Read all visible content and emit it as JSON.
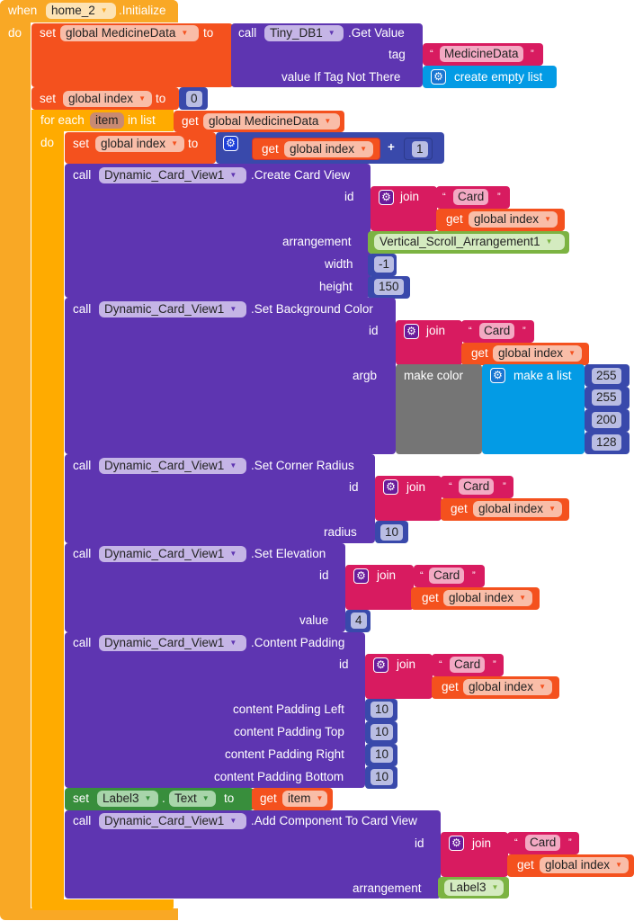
{
  "event": {
    "when": "when",
    "component": "home_2",
    "event_name": ".Initialize",
    "do": "do"
  },
  "set_medicine": {
    "set": "set",
    "var": "global MedicineData",
    "to": "to",
    "call": "call",
    "component": "Tiny_DB1",
    "method": ".Get Value",
    "tag_label": "tag",
    "tag_value": "MedicineData",
    "not_there_label": "value If Tag Not There",
    "not_there_value": "create empty list"
  },
  "set_index": {
    "set": "set",
    "var": "global index",
    "to": "to",
    "value": "0"
  },
  "for_each": {
    "for_each": "for each",
    "item": "item",
    "in_list": "in list",
    "get": "get",
    "list_var": "global MedicineData",
    "do": "do"
  },
  "increment": {
    "set": "set",
    "var": "global index",
    "to": "to",
    "get": "get",
    "get_var": "global index",
    "op": "+",
    "value": "1"
  },
  "create_card": {
    "call": "call",
    "component": "Dynamic_Card_View1",
    "method": ".Create Card View",
    "id_label": "id",
    "join": "join",
    "card_str": "Card",
    "get": "get",
    "get_var": "global index",
    "arrangement_label": "arrangement",
    "arrangement_value": "Vertical_Scroll_Arrangement1",
    "width_label": "width",
    "width_value": "-1",
    "height_label": "height",
    "height_value": "150"
  },
  "bg_color": {
    "call": "call",
    "component": "Dynamic_Card_View1",
    "method": ".Set Background Color",
    "id_label": "id",
    "join": "join",
    "card_str": "Card",
    "get": "get",
    "get_var": "global index",
    "argb_label": "argb",
    "make_color": "make color",
    "make_list": "make a list",
    "values": [
      "255",
      "255",
      "200",
      "128"
    ]
  },
  "corner": {
    "call": "call",
    "component": "Dynamic_Card_View1",
    "method": ".Set Corner Radius",
    "id_label": "id",
    "join": "join",
    "card_str": "Card",
    "get": "get",
    "get_var": "global index",
    "radius_label": "radius",
    "radius_value": "10"
  },
  "elevation": {
    "call": "call",
    "component": "Dynamic_Card_View1",
    "method": ".Set Elevation",
    "id_label": "id",
    "join": "join",
    "card_str": "Card",
    "get": "get",
    "get_var": "global index",
    "value_label": "value",
    "value": "4"
  },
  "padding": {
    "call": "call",
    "component": "Dynamic_Card_View1",
    "method": ".Content Padding",
    "id_label": "id",
    "join": "join",
    "card_str": "Card",
    "get": "get",
    "get_var": "global index",
    "rows": [
      {
        "label": "content Padding Left",
        "value": "10"
      },
      {
        "label": "content Padding Top",
        "value": "10"
      },
      {
        "label": "content Padding Right",
        "value": "10"
      },
      {
        "label": "content Padding Bottom",
        "value": "10"
      }
    ]
  },
  "set_label": {
    "set": "set",
    "component": "Label3",
    "dot": ".",
    "prop": "Text",
    "to": "to",
    "get": "get",
    "get_var": "item"
  },
  "add_component": {
    "call": "call",
    "component": "Dynamic_Card_View1",
    "method": ".Add Component To Card View",
    "id_label": "id",
    "join": "join",
    "card_str": "Card",
    "get": "get",
    "get_var": "global index",
    "arrangement_label": "arrangement",
    "arrangement_value": "Label3"
  },
  "colors": {
    "event": "#f9a825",
    "variable": "#f4511e",
    "component": "#5e35b1",
    "text": "#d81b60",
    "list": "#039be5",
    "math": "#3949ab",
    "color": "#757575",
    "component_ref": "#7cb342",
    "set_component": "#388e3c"
  },
  "icons": {
    "mutator": "gear-icon",
    "dropdown": "chevron-down-icon"
  }
}
